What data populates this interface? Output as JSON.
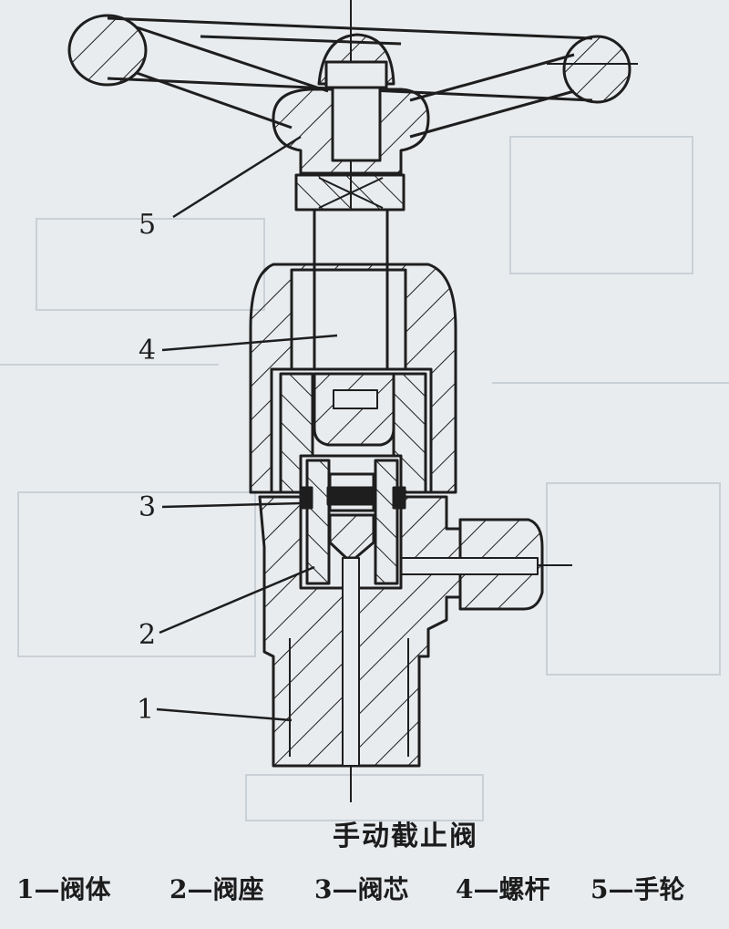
{
  "caption": "手动截止阀",
  "callouts": [
    "5",
    "4",
    "3",
    "2",
    "1"
  ],
  "legend": [
    {
      "num": "1",
      "dash": "—",
      "text": "阀体"
    },
    {
      "num": "2",
      "dash": "—",
      "text": "阀座"
    },
    {
      "num": "3",
      "dash": "—",
      "text": "阀芯"
    },
    {
      "num": "4",
      "dash": "—",
      "text": "螺杆"
    },
    {
      "num": "5",
      "dash": "—",
      "text": "手轮"
    }
  ],
  "colors": {
    "ink": "#1e1e1e",
    "paper": "#e9ecef",
    "ghost": "#c9d0d6"
  }
}
